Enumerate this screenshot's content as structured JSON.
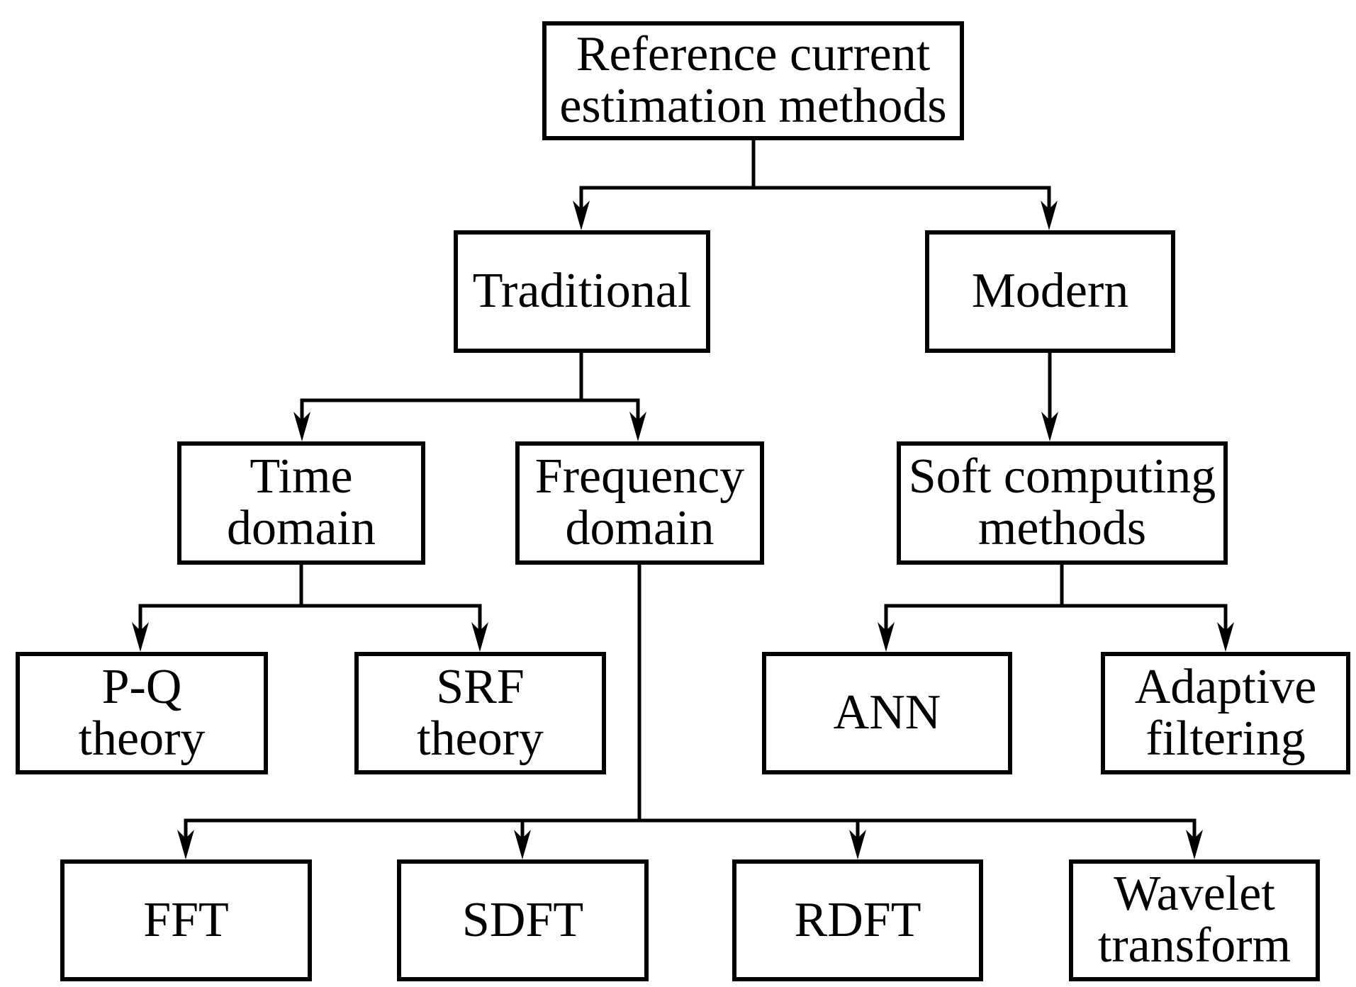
{
  "colors": {
    "background": "#ffffff",
    "line": "#000000",
    "text": "#000000",
    "box_fill": "#ffffff"
  },
  "diagram": {
    "nodes": {
      "root": {
        "lines": [
          "Reference current",
          "estimation methods"
        ]
      },
      "traditional": {
        "lines": [
          "Traditional"
        ]
      },
      "modern": {
        "lines": [
          "Modern"
        ]
      },
      "time_domain": {
        "lines": [
          "Time",
          "domain"
        ]
      },
      "frequency_domain": {
        "lines": [
          "Frequency",
          "domain"
        ]
      },
      "soft_computing": {
        "lines": [
          "Soft computing",
          "methods"
        ]
      },
      "pq_theory": {
        "lines": [
          "P-Q",
          "theory"
        ]
      },
      "srf_theory": {
        "lines": [
          "SRF",
          "theory"
        ]
      },
      "ann": {
        "lines": [
          "ANN"
        ]
      },
      "adaptive_filtering": {
        "lines": [
          "Adaptive",
          "filtering"
        ]
      },
      "fft": {
        "lines": [
          "FFT"
        ]
      },
      "sdft": {
        "lines": [
          "SDFT"
        ]
      },
      "rdft": {
        "lines": [
          "RDFT"
        ]
      },
      "wavelet_transform": {
        "lines": [
          "Wavelet",
          "transform"
        ]
      }
    },
    "edges": [
      {
        "from": "root",
        "to": "traditional"
      },
      {
        "from": "root",
        "to": "modern"
      },
      {
        "from": "traditional",
        "to": "time_domain"
      },
      {
        "from": "traditional",
        "to": "frequency_domain"
      },
      {
        "from": "modern",
        "to": "soft_computing"
      },
      {
        "from": "time_domain",
        "to": "pq_theory"
      },
      {
        "from": "time_domain",
        "to": "srf_theory"
      },
      {
        "from": "soft_computing",
        "to": "ann"
      },
      {
        "from": "soft_computing",
        "to": "adaptive_filtering"
      },
      {
        "from": "frequency_domain",
        "to": "fft"
      },
      {
        "from": "frequency_domain",
        "to": "sdft"
      },
      {
        "from": "frequency_domain",
        "to": "rdft"
      },
      {
        "from": "frequency_domain",
        "to": "wavelet_transform"
      }
    ]
  }
}
